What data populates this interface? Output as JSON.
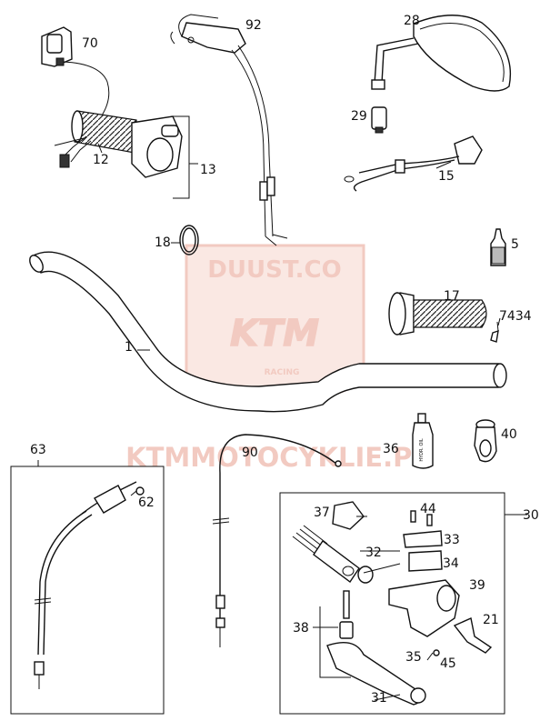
{
  "watermark": {
    "brand_top": "DUUST.CO",
    "logo_text": "KTM",
    "ribbon_text": "RACING",
    "site": "KTMMOTOCYKLIE.PL",
    "color": "#e9a08f"
  },
  "callouts": {
    "p70": "70",
    "p92": "92",
    "p28": "28",
    "p29": "29",
    "p12": "12",
    "p13": "13",
    "p15": "15",
    "p18": "18",
    "p5": "5",
    "p17": "17",
    "p7434": "7434",
    "p1": "1",
    "p63": "63",
    "p62": "62",
    "p90": "90",
    "p36": "36",
    "p40": "40",
    "p30": "30",
    "p37": "37",
    "p44": "44",
    "p33": "33",
    "p32": "32",
    "p34": "34",
    "p39": "39",
    "p38": "38",
    "p21": "21",
    "p35": "35",
    "p45": "45",
    "p31": "31"
  },
  "bottle_label": "HYDR. OIL"
}
